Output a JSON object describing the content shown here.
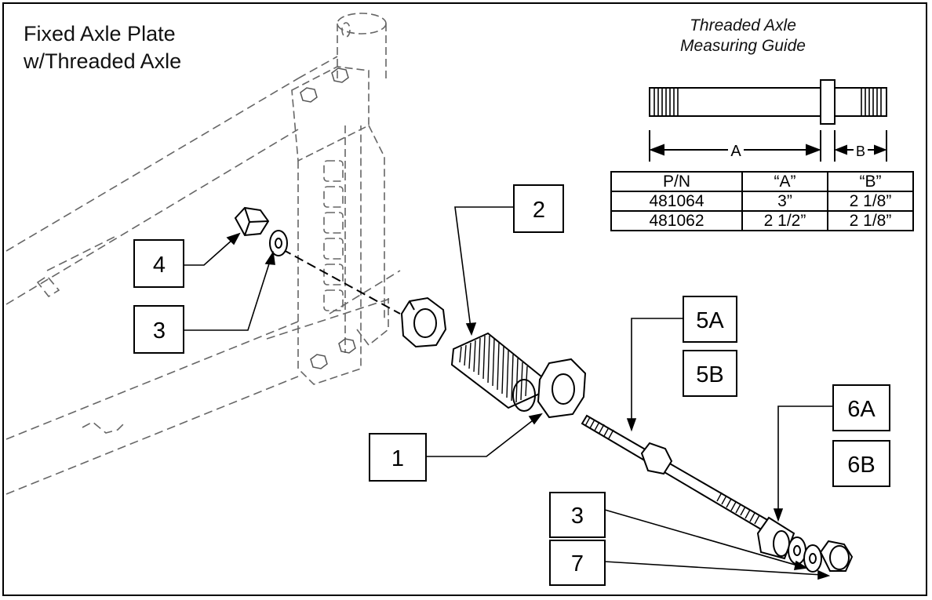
{
  "header": {
    "title_line1": "Fixed Axle Plate",
    "title_line2": "w/Threaded Axle"
  },
  "guide": {
    "title_line1": "Threaded Axle",
    "title_line2": "Measuring Guide",
    "dim_a": "A",
    "dim_b": "B"
  },
  "table": {
    "headers": [
      "P/N",
      "“A”",
      "“B”"
    ],
    "rows": [
      [
        "481064",
        "3”",
        "2 1/8”"
      ],
      [
        "481062",
        "2 1/2”",
        "2 1/8”"
      ]
    ]
  },
  "callouts": {
    "c1": "1",
    "c2": "2",
    "c3a": "3",
    "c3b": "3",
    "c4": "4",
    "c5a": "5A",
    "c5b": "5B",
    "c6a": "6A",
    "c6b": "6B",
    "c7": "7"
  }
}
